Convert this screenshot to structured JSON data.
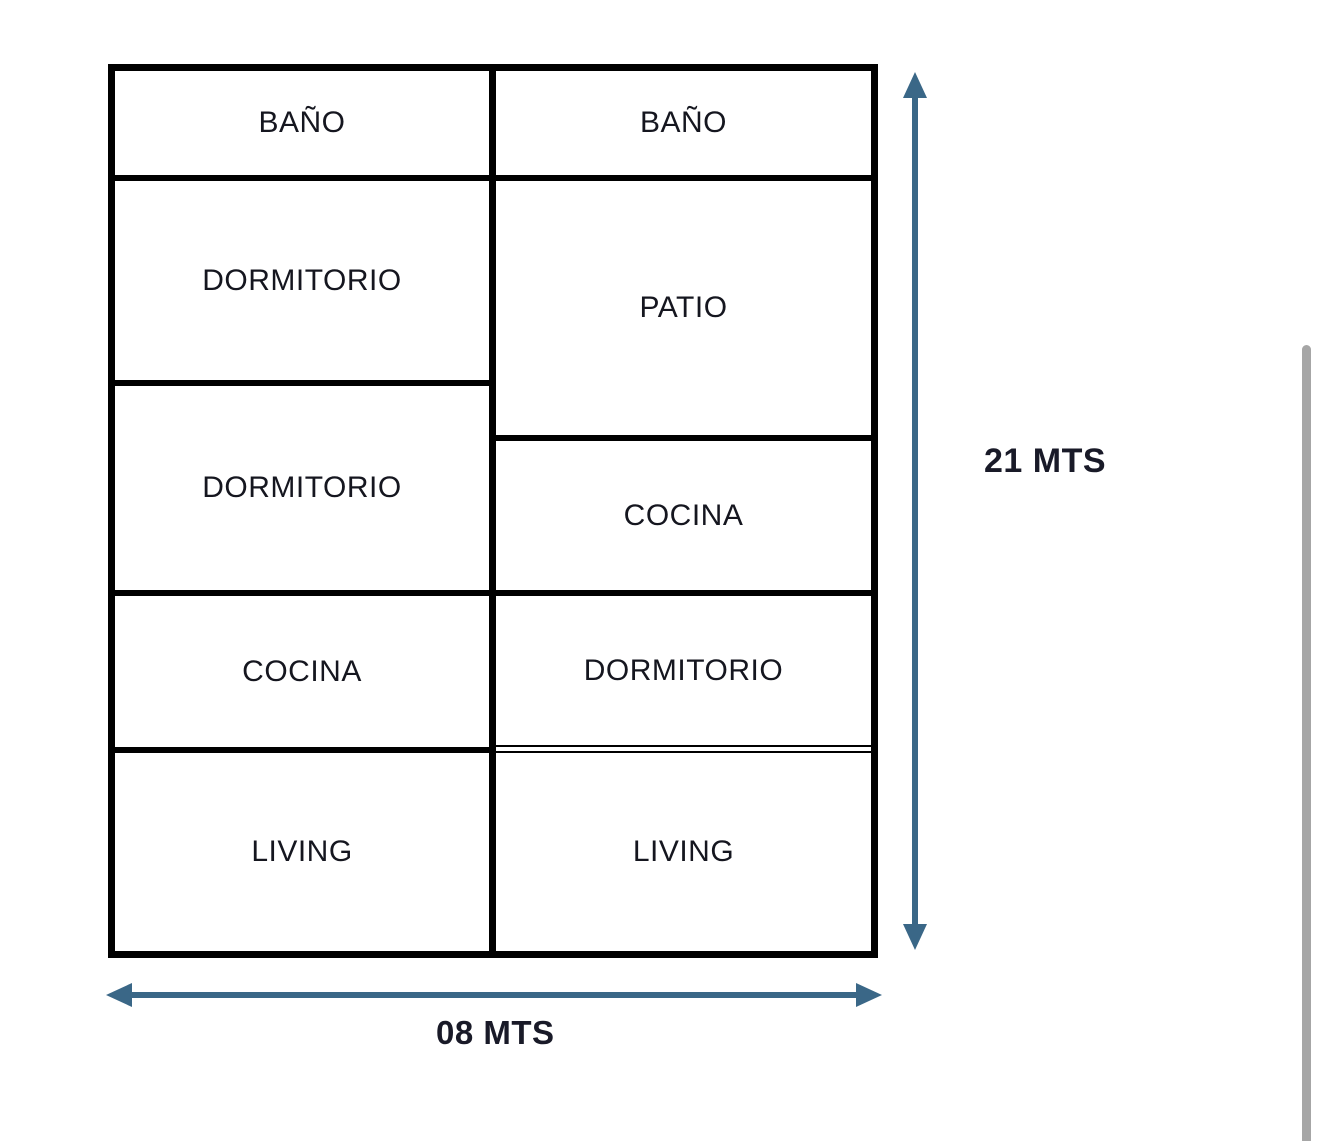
{
  "plan": {
    "left_rooms": [
      {
        "label": "BAÑO"
      },
      {
        "label": "DORMITORIO"
      },
      {
        "label": "DORMITORIO"
      },
      {
        "label": "COCINA"
      },
      {
        "label": "LIVING"
      }
    ],
    "right_rooms": [
      {
        "label": "BAÑO"
      },
      {
        "label": "PATIO"
      },
      {
        "label": "COCINA"
      },
      {
        "label": "DORMITORIO"
      },
      {
        "label": "LIVING"
      }
    ]
  },
  "dimensions": {
    "height": {
      "label": "21 MTS"
    },
    "width": {
      "label": "08 MTS"
    }
  },
  "colors": {
    "wall": "#000000",
    "arrow": "#3a6787",
    "room_label": "#15161f",
    "dimension_label": "#191a28",
    "scrollbar": "#a6a6a6",
    "background": "#ffffff"
  }
}
